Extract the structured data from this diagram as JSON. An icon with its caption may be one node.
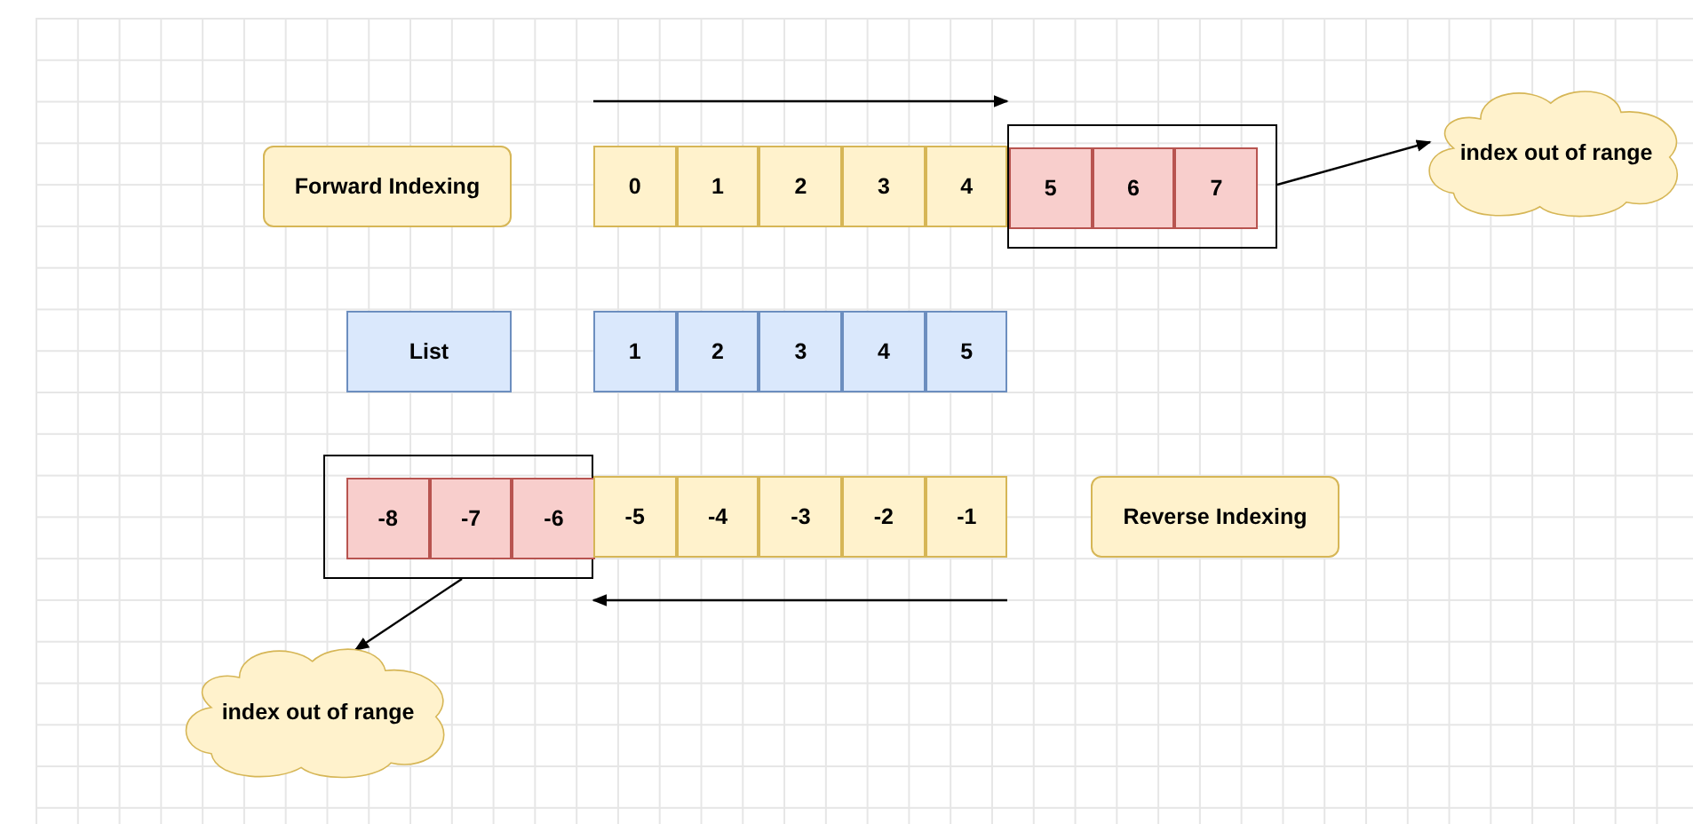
{
  "diagram": {
    "nodes": [
      {
        "text": [
          "Forward Indexing"
        ]
      },
      {
        "text": [
          "0"
        ]
      },
      {
        "text": [
          "1"
        ]
      },
      {
        "text": [
          "2"
        ]
      },
      {
        "text": [
          "3"
        ]
      },
      {
        "text": [
          "4"
        ]
      },
      {
        "text": [],
        "shape": "box"
      },
      {
        "text": [
          "5"
        ],
        "in": 6
      },
      {
        "text": [
          "6"
        ],
        "in": 6
      },
      {
        "text": [
          "7"
        ],
        "in": 6
      },
      {
        "text": [
          "index out of range"
        ]
      },
      {
        "text": [
          "List"
        ]
      },
      {
        "text": [
          "1"
        ]
      },
      {
        "text": [
          "2"
        ]
      },
      {
        "text": [
          "3"
        ]
      },
      {
        "text": [
          "4"
        ]
      },
      {
        "text": [
          "5"
        ]
      },
      {
        "text": [],
        "shape": "box"
      },
      {
        "text": [
          "-8"
        ],
        "in": 17
      },
      {
        "text": [
          "-7"
        ],
        "in": 17
      },
      {
        "text": [
          "-6"
        ],
        "in": 17
      },
      {
        "text": [
          "-5"
        ]
      },
      {
        "text": [
          "-4"
        ]
      },
      {
        "text": [
          "-3"
        ]
      },
      {
        "text": [
          "-2"
        ]
      },
      {
        "text": [
          "-1"
        ]
      },
      {
        "text": [
          "Reverse Indexing"
        ]
      },
      {
        "text": [
          "index out of range"
        ]
      }
    ],
    "edges": [
      {
        "from": 6,
        "to": 10,
        "arrow": "to"
      },
      {
        "from": 17,
        "to": 27,
        "arrow": "to"
      }
    ]
  }
}
